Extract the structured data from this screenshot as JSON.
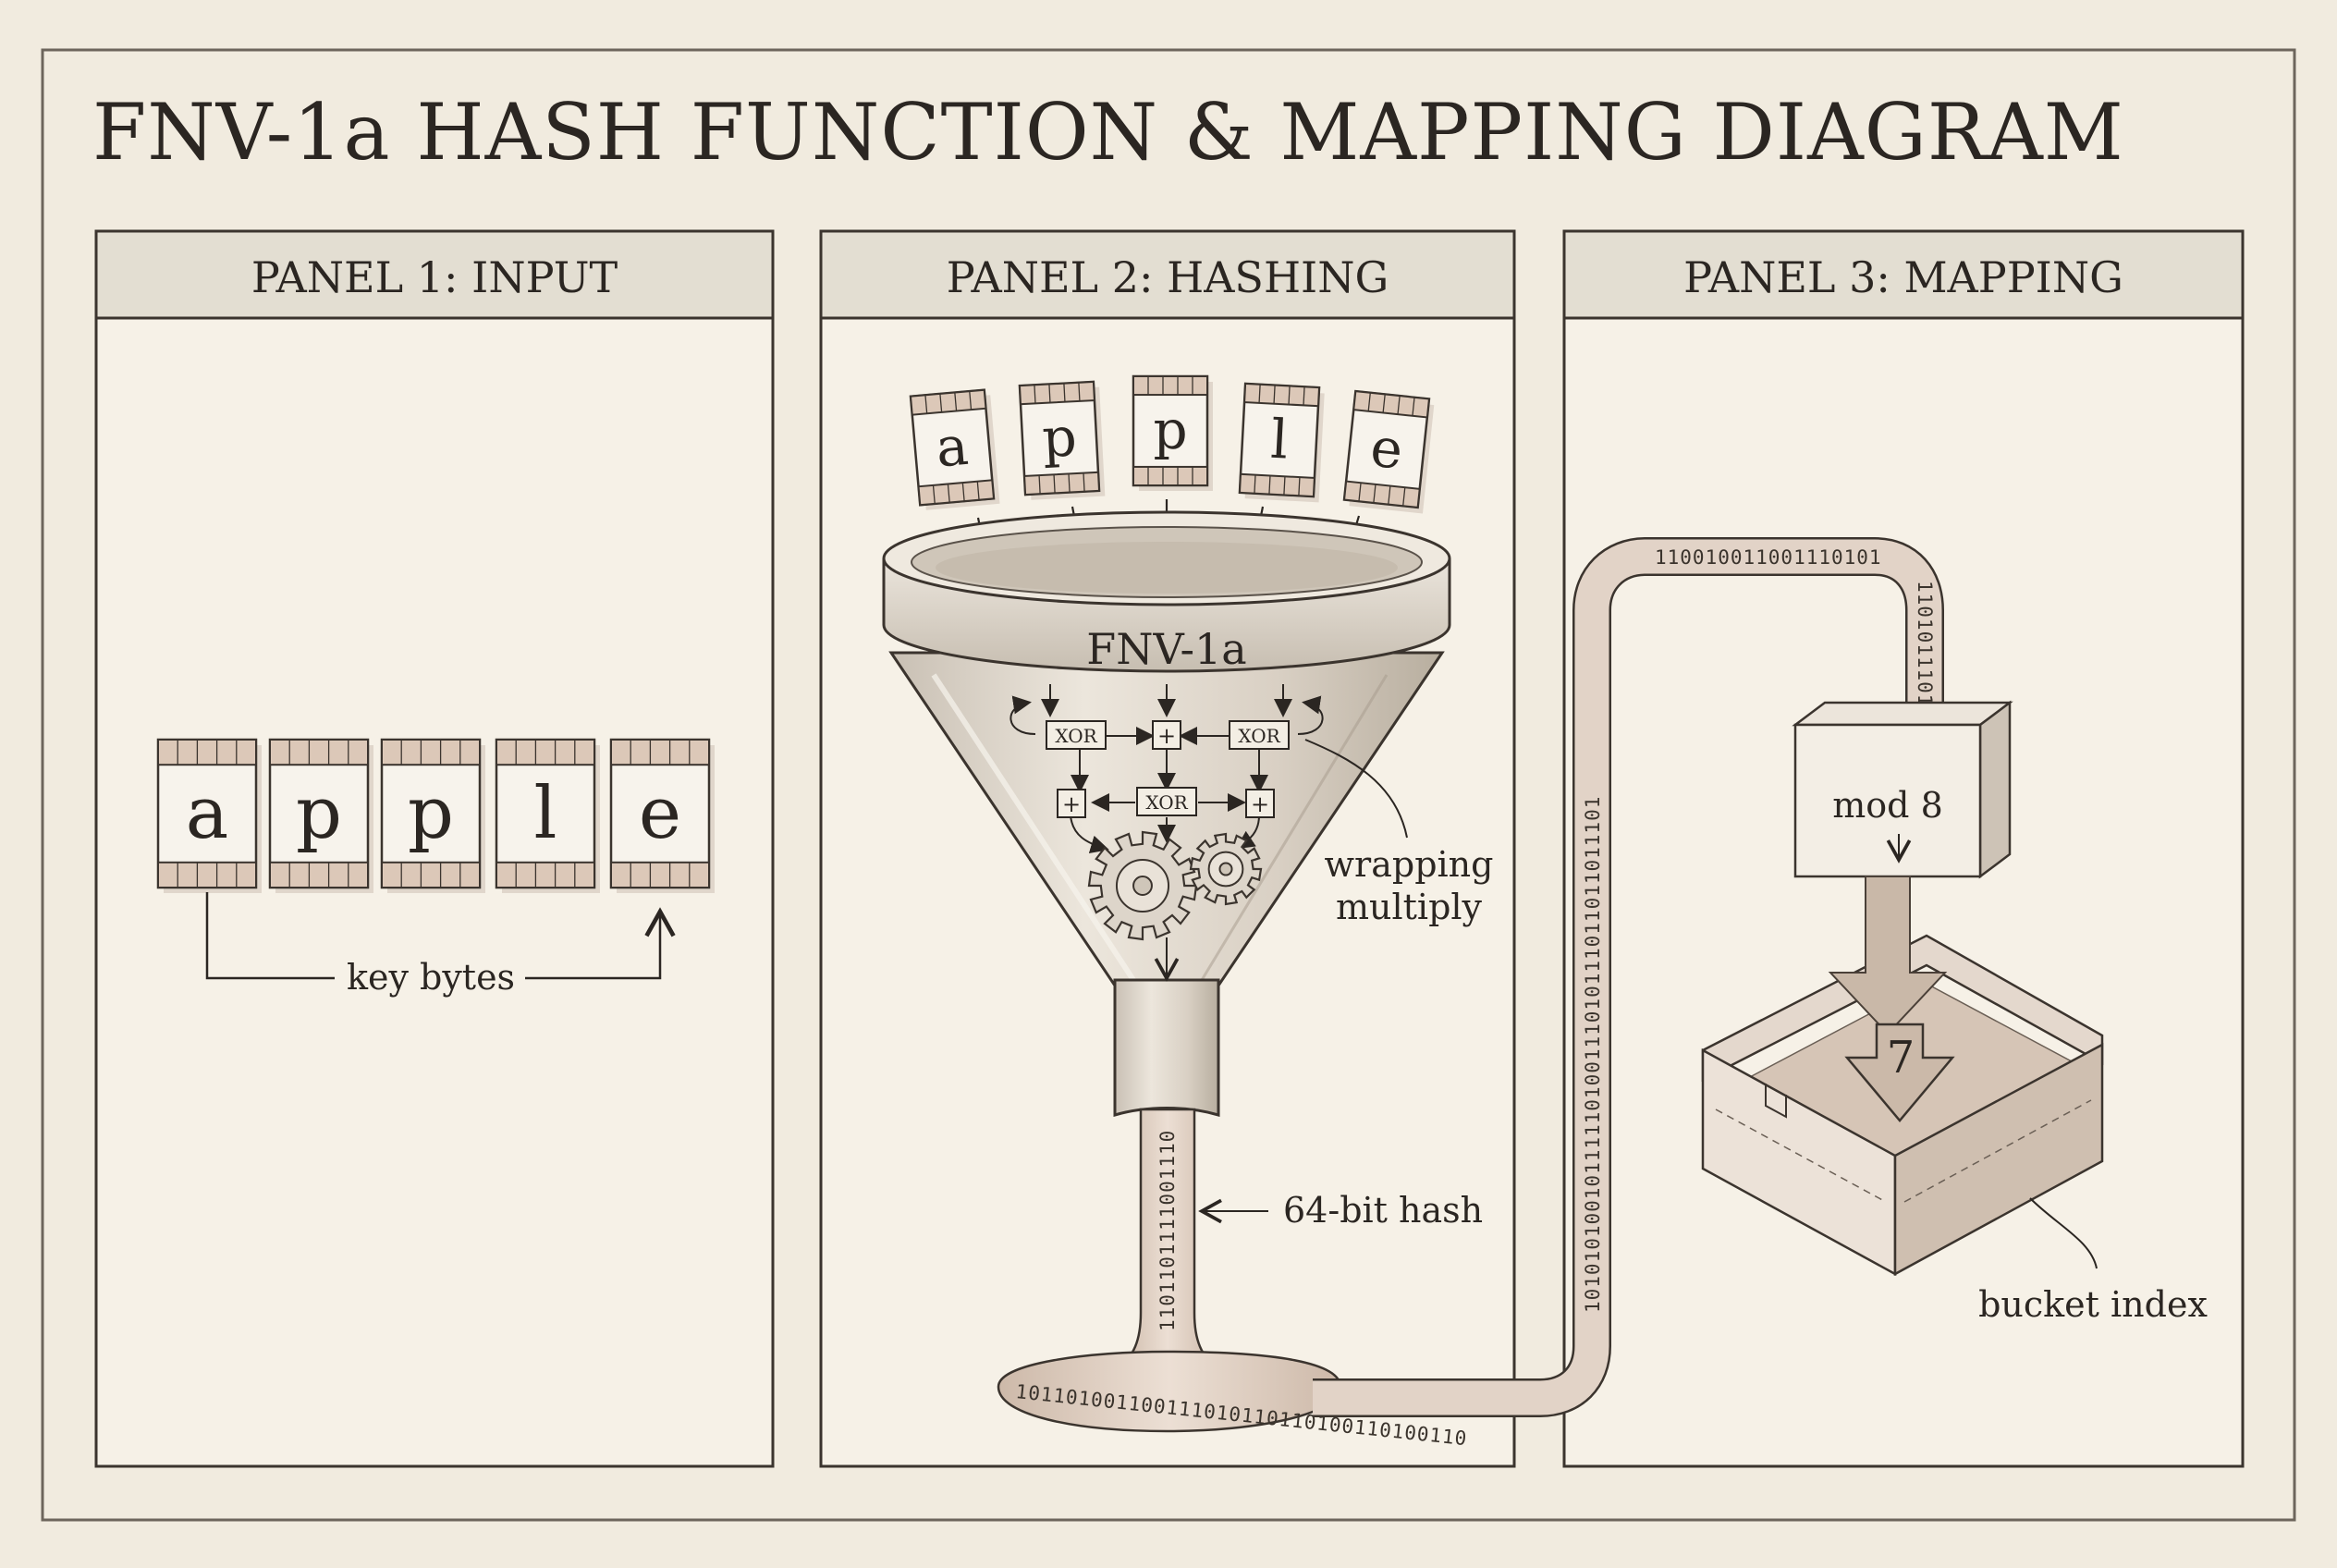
{
  "title": "FNV-1a HASH FUNCTION & MAPPING DIAGRAM",
  "panels": [
    {
      "title": "PANEL 1: INPUT"
    },
    {
      "title": "PANEL 2: HASHING"
    },
    {
      "title": "PANEL 3: MAPPING"
    }
  ],
  "key_letters": [
    "a",
    "p",
    "p",
    "l",
    "e"
  ],
  "labels": {
    "key_bytes": "key bytes",
    "funnel": "FNV-1a",
    "xor": "XOR",
    "plus": "+",
    "wrapping_1": "wrapping",
    "wrapping_2": "multiply",
    "hash": "64-bit hash",
    "mod": "mod 8",
    "bucket_value": "7",
    "bucket": "bucket index"
  },
  "bits": {
    "stem": "1101101111001110",
    "base": "101101001100111010110110100110100110",
    "riser": "10101010010111110100111010111011011011101",
    "top": "110010011001110101",
    "drop": "1101011101"
  },
  "colors": {
    "paper": "#f1ebdf",
    "ink": "#2b2622",
    "header": "#e3ded2",
    "metal": "#d8d1c6",
    "tube": "#dccbbd"
  }
}
